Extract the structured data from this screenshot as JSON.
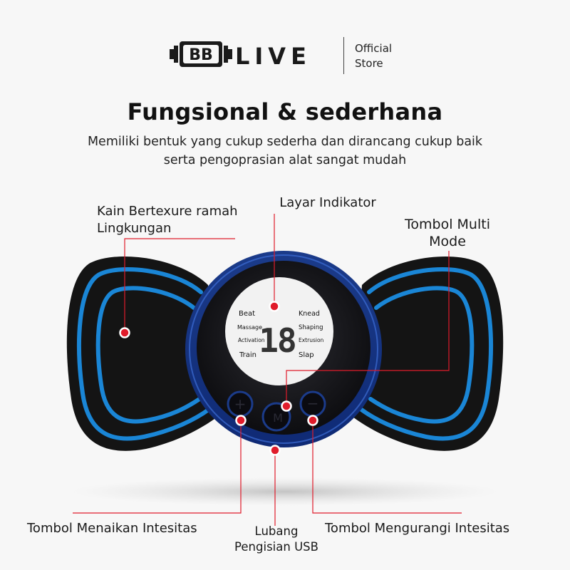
{
  "brand": {
    "name": "LIVE",
    "logo_text": "BB",
    "store_label": "Official Store"
  },
  "headline": "Fungsional & sederhana",
  "subline": "Memiliki bentuk yang cukup sederha dan dirancang cukup baik serta pengoprasian alat sangat mudah",
  "callouts": {
    "fabric": "Kain Bertexure ramah Lingkungan",
    "display": "Layar Indikator",
    "mode_button": "Tombol Multi Mode",
    "increase_button": "Tombol Menaikan Intesitas",
    "usb_port": "Lubang Pengisian USB",
    "decrease_button": "Tombol Mengurangi Intesitas"
  },
  "device_display": {
    "digit": "18",
    "modes_left": [
      "Beat",
      "Massage",
      "Activation",
      "Train"
    ],
    "modes_right": [
      "Knead",
      "Shaping",
      "Extrusion",
      "Slap"
    ],
    "mode_button_letter": "M"
  },
  "colors": {
    "accent": "#e01c2b",
    "device_blue": "#1a86d6",
    "pad_black": "#141414"
  }
}
